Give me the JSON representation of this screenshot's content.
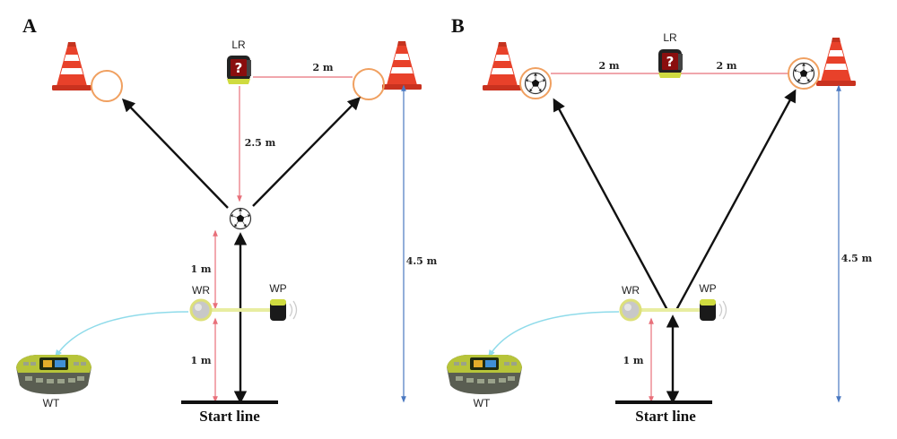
{
  "panel_a": {
    "letter": "A",
    "labels": {
      "lr": "LR",
      "wr": "WR",
      "wp": "WP",
      "wt": "WT"
    },
    "dims": {
      "lr_to_cone": "2 m",
      "lr_to_ball": "2.5 m",
      "ball_to_wr": "1 m",
      "wr_to_start": "1 m",
      "total_depth": "4.5 m"
    },
    "start_line": "Start line"
  },
  "panel_b": {
    "letter": "B",
    "labels": {
      "lr": "LR",
      "wr": "WR",
      "wp": "WP",
      "wt": "WT"
    },
    "dims": {
      "left_to_lr": "2 m",
      "lr_to_right": "2 m",
      "wr_to_start": "1 m",
      "total_depth": "4.5 m"
    },
    "start_line": "Start line"
  },
  "colors": {
    "cone": "#e8412a",
    "target_ring": "#f0a060",
    "red_dim": "#e8707a",
    "blue_dim": "#4a78c0",
    "cyan_link": "#8fdbea",
    "yellow_beam": "#e8eda0",
    "arrow": "#111111"
  },
  "icons": [
    "traffic-cone-icon",
    "soccer-ball-icon",
    "light-receiver-icon",
    "wireless-receiver-icon",
    "wireless-photocell-icon",
    "wireless-timer-icon"
  ]
}
